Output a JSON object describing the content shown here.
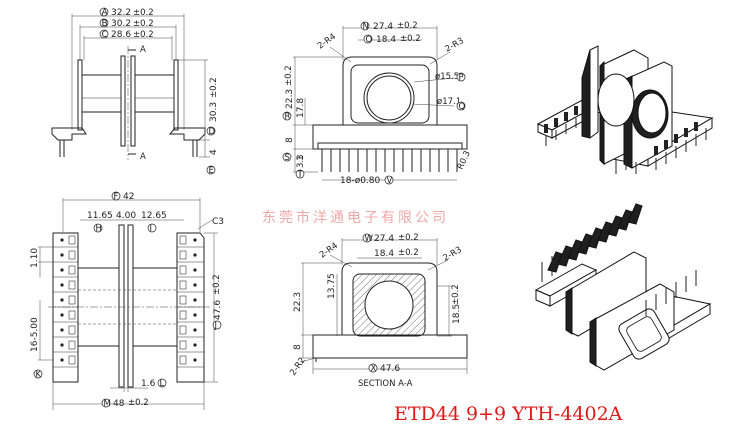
{
  "watermark": "东莞市洋通电子有限公司",
  "title": "ETD44  9+9   YTH-4402A",
  "colors": {
    "title": "#e01818",
    "watermark": "#f0a8a8",
    "ink": "#222222"
  },
  "front_view": {
    "dims": [
      {
        "id": "A",
        "value": "32.2",
        "tol": "±0.2"
      },
      {
        "id": "B",
        "value": "30.2",
        "tol": "±0.2"
      },
      {
        "id": "C",
        "value": "28.6",
        "tol": "±0.2"
      }
    ],
    "section_mark": "A",
    "height": {
      "id": "D",
      "value": "30.3",
      "tol": "±0.2"
    },
    "pin_len": {
      "id": "E",
      "value": "4"
    }
  },
  "side_view": {
    "width": {
      "id": "N",
      "value": "27.4",
      "tol": "±0.2"
    },
    "window": {
      "id": "O",
      "value": "18.4",
      "tol": "±0.2"
    },
    "r_left": "2-R4",
    "r_right": "2-R3",
    "bore_outer": {
      "id": "P",
      "value": "ø15.5"
    },
    "bore_inner": {
      "id": "Q",
      "value": "ø17.1"
    },
    "height": {
      "id": "R",
      "value": "22.3",
      "tol": "±0.2"
    },
    "center": "17.8",
    "base": "8",
    "pin_offset": {
      "id": "S",
      "value": "1"
    },
    "pin_bottom": {
      "id": "T",
      "value": "3.3"
    },
    "pins": {
      "id": "V",
      "value": "18-ø0.80"
    },
    "pin_radius": "R0.3"
  },
  "bottom_view": {
    "overall": {
      "id": "F",
      "value": "42"
    },
    "segments": [
      {
        "id": "H",
        "value": "11.65"
      },
      {
        "id": null,
        "value": "4.00"
      },
      {
        "id": "I",
        "value": "12.65"
      }
    ],
    "chamfer": "C3",
    "pitch": "1.10",
    "pin_span": "16-5.00",
    "depth": {
      "id": "J",
      "value": "47.6",
      "tol": "±0.2"
    },
    "flange": {
      "id": "L",
      "value": "1.6"
    },
    "offset_mark": {
      "id": "K"
    },
    "length": {
      "id": "M",
      "value": "48",
      "tol": "±0.2"
    }
  },
  "section_view": {
    "width": {
      "id": "W",
      "value": "27.4",
      "tol": "±0.2"
    },
    "window": "18.4",
    "tol": "±0.2",
    "r_left": "2-R4",
    "r_right": "2-R3",
    "core": "13.75",
    "height": "22.3",
    "inner": "18.5",
    "base": "8",
    "bottom_r": "2-R2",
    "length": {
      "id": "X",
      "value": "47.6"
    },
    "caption": "SECTION A-A"
  }
}
